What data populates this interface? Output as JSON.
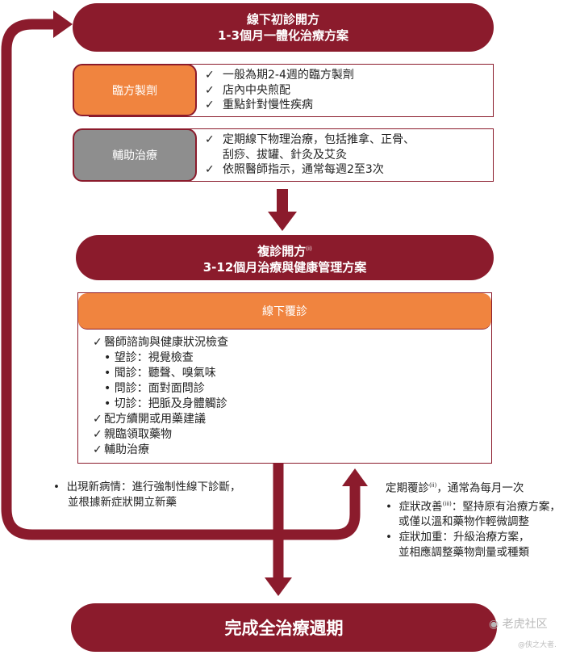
{
  "colors": {
    "maroon": "#8b1b2c",
    "orange": "#f0843f",
    "grey": "#8e8e8e"
  },
  "stage1": {
    "title": "線下初診開方",
    "subtitle": "1-3個月一體化治療方案"
  },
  "prescription": {
    "tag": "臨方製劑",
    "items": [
      "一般為期2-4週的臨方製劑",
      "店內中央煎配",
      "重點針對慢性疾病"
    ]
  },
  "auxiliary": {
    "tag": "輔助治療",
    "item1_line1": "定期線下物理治療，包括推拿、正骨、",
    "item1_line2": "刮痧、拔罐、針灸及艾灸",
    "item2": "依照醫師指示，通常每週2至3次"
  },
  "stage2": {
    "title": "複診開方",
    "title_note": "(i)",
    "subtitle": "3-12個月治療與健康管理方案"
  },
  "followup": {
    "header": "線下覆診",
    "item1": "醫師諮詢與健康狀況檢查",
    "subs": [
      "望診：視覺檢查",
      "聞診：聽聲、嗅氣味",
      "問診：面對面問診",
      "切診：把脈及身體觸診"
    ],
    "item2": "配方續開或用藥建議",
    "item3": "親臨領取藥物",
    "item4": "輔助治療"
  },
  "left_note": {
    "line1": "出現新病情：進行強制性線下診斷，",
    "line2": "並根據新症狀開立新藥"
  },
  "right_note": {
    "intro": "定期覆診",
    "intro_note": "(ii)",
    "intro_rest": "，通常為每月一次",
    "b1_start": "症狀改善",
    "b1_note": "(iii)",
    "b1_rest": "：堅持原有治療方案，",
    "b1_line2": "或僅以溫和藥物作輕微調整",
    "b2_line1": "症狀加重：升級治療方案，",
    "b2_line2": "並相應調整藥物劑量或種類"
  },
  "final": {
    "label": "完成全治療週期"
  },
  "check_mark": "✓",
  "bullet_mark": "•",
  "watermark": {
    "main": "老虎社区",
    "sub": "@侠之大者."
  }
}
